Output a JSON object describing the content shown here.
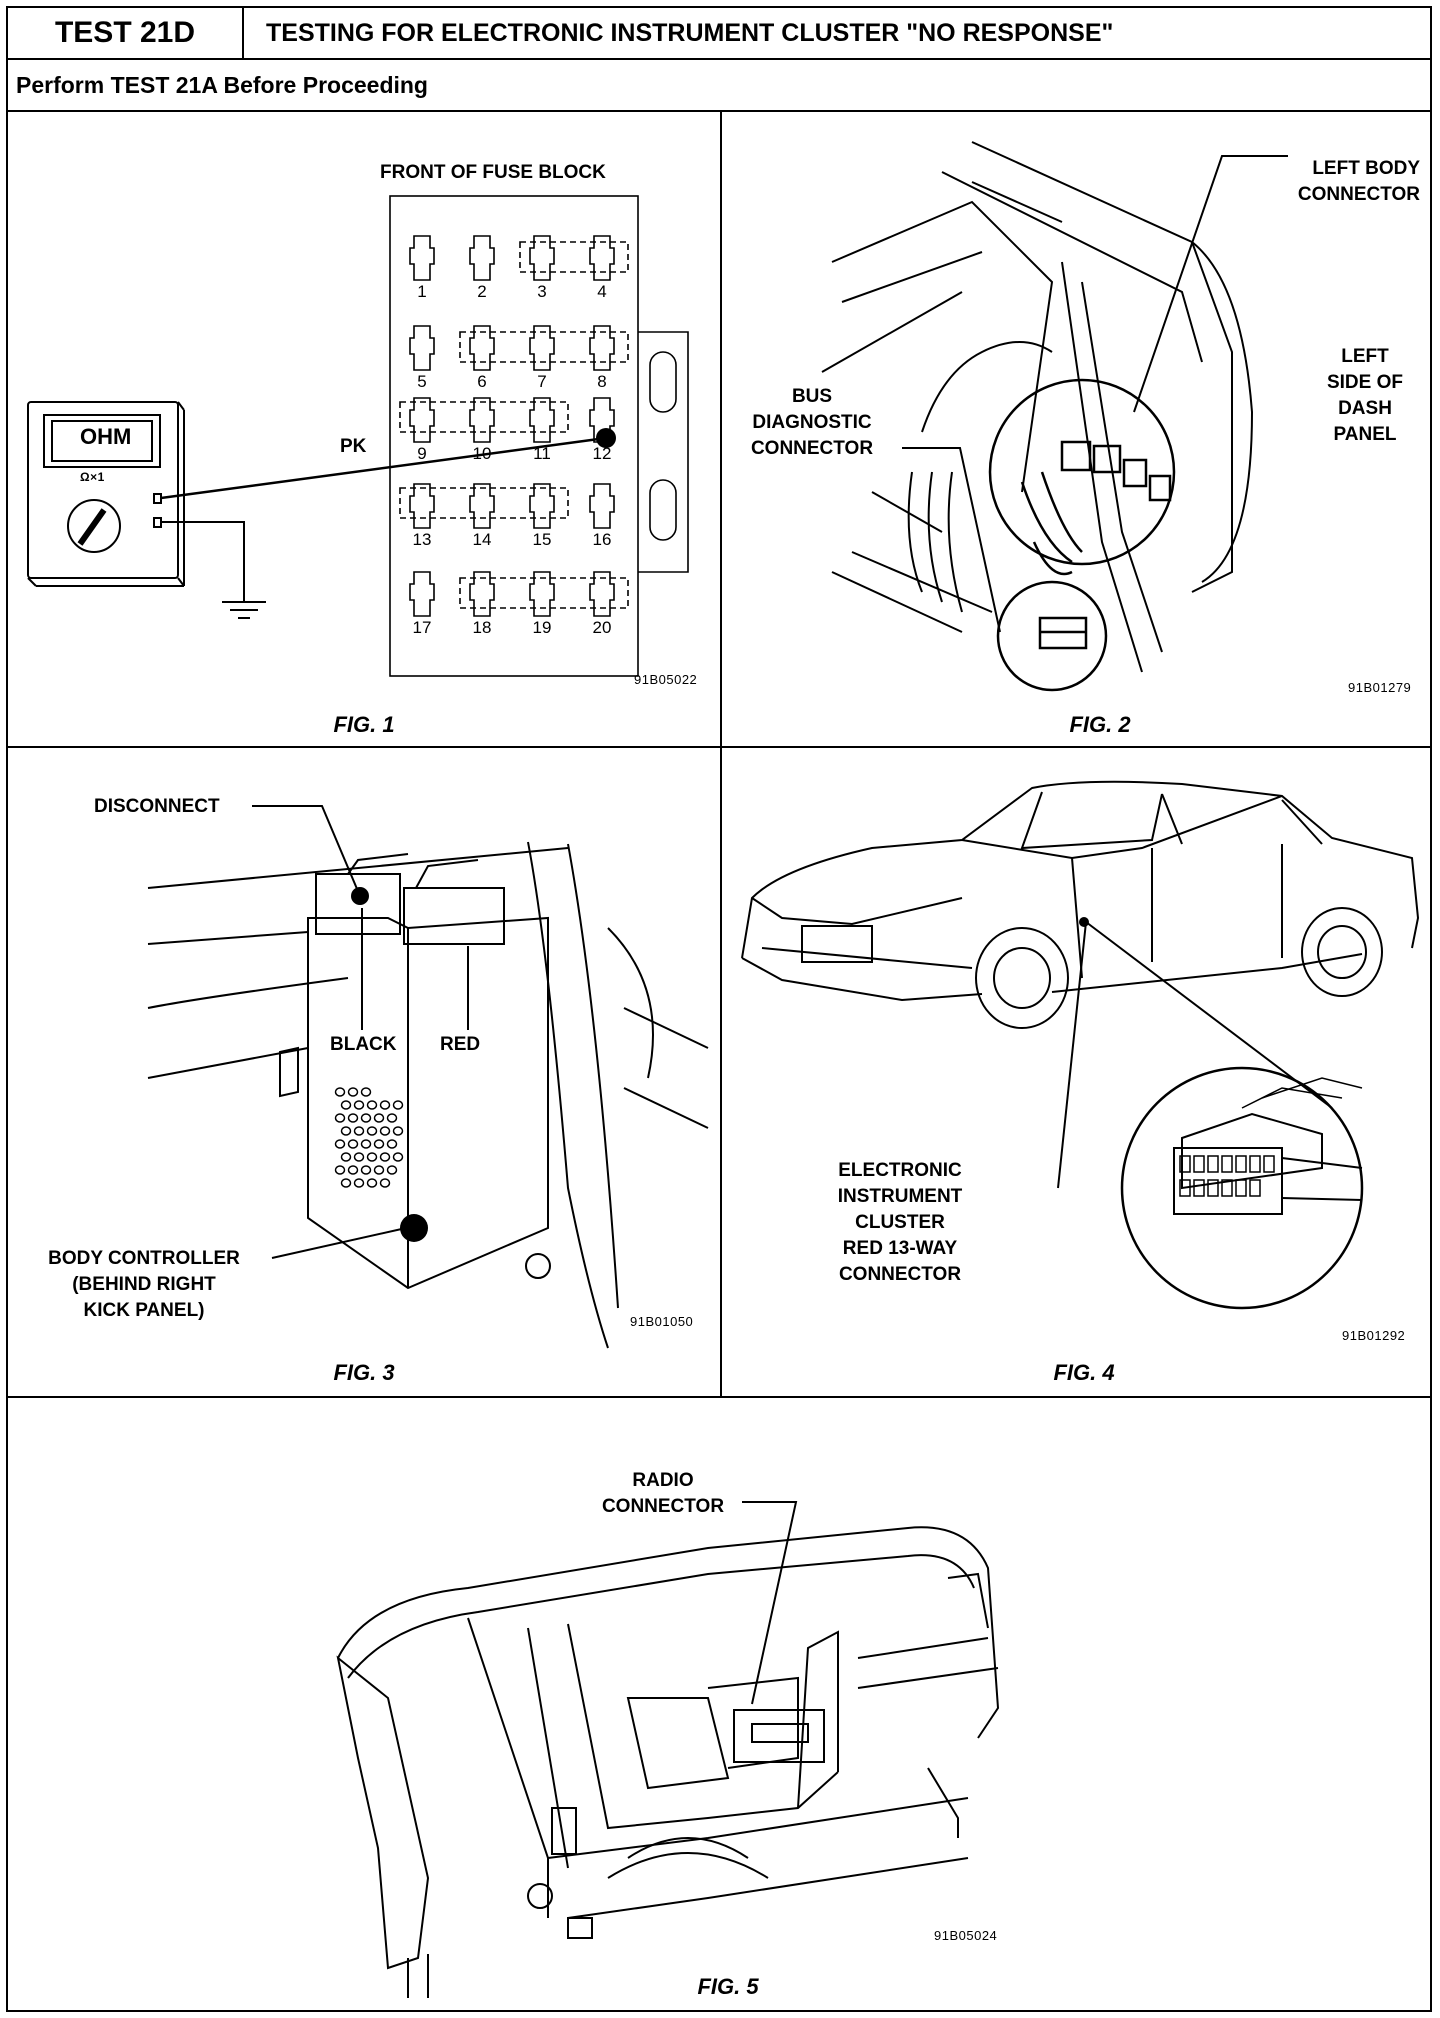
{
  "header": {
    "test_id": "TEST 21D",
    "title": "TESTING FOR ELECTRONIC INSTRUMENT CLUSTER \"NO RESPONSE\"",
    "prerequisite": "Perform TEST 21A Before Proceeding"
  },
  "fig1": {
    "caption": "FIG. 1",
    "title": "FRONT OF FUSE BLOCK",
    "wire_label": "PK",
    "meter_display": "OHM",
    "meter_range": "Ω×1",
    "code": "91B05022",
    "fuse_numbers": [
      "1",
      "2",
      "3",
      "4",
      "5",
      "6",
      "7",
      "8",
      "9",
      "10",
      "11",
      "12",
      "13",
      "14",
      "15",
      "16",
      "17",
      "18",
      "19",
      "20"
    ]
  },
  "fig2": {
    "caption": "FIG. 2",
    "label_left_body_1": "LEFT BODY",
    "label_left_body_2": "CONNECTOR",
    "label_dash_1": "LEFT",
    "label_dash_2": "SIDE OF",
    "label_dash_3": "DASH",
    "label_dash_4": "PANEL",
    "label_bus_1": "BUS",
    "label_bus_2": "DIAGNOSTIC",
    "label_bus_3": "CONNECTOR",
    "code": "91B01279"
  },
  "fig3": {
    "caption": "FIG. 3",
    "label_disconnect": "DISCONNECT",
    "label_black": "BLACK",
    "label_red": "RED",
    "label_body_1": "BODY CONTROLLER",
    "label_body_2": "(BEHIND RIGHT",
    "label_body_3": "KICK PANEL)",
    "code": "91B01050"
  },
  "fig4": {
    "caption": "FIG. 4",
    "label_1": "ELECTRONIC",
    "label_2": "INSTRUMENT",
    "label_3": "CLUSTER",
    "label_4": "RED 13-WAY",
    "label_5": "CONNECTOR",
    "code": "91B01292"
  },
  "fig5": {
    "caption": "FIG. 5",
    "label_radio_1": "RADIO",
    "label_radio_2": "CONNECTOR",
    "code": "91B05024"
  }
}
